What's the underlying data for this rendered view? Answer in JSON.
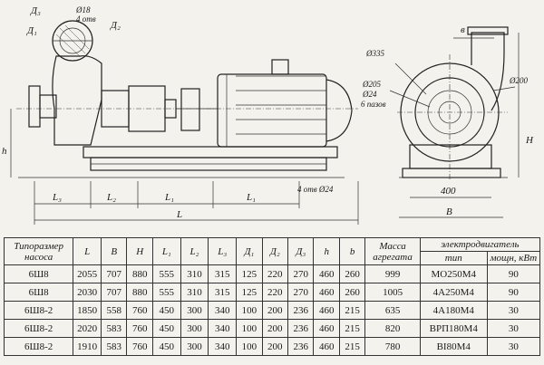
{
  "drawing": {
    "labels": {
      "d3": "Д₃",
      "d1": "Д₁",
      "d18": "Ø18",
      "holes": "4 отв",
      "d2": "Д₂",
      "h": "h",
      "L3": "L₃",
      "L2": "L₂",
      "L1i": "L₁",
      "L1o": "L₁",
      "L": "L",
      "bolt": "4 отв Ø24",
      "b": "в",
      "d335": "Ø335",
      "d205": "Ø205",
      "d24": "Ø24",
      "slots": "6 пазов",
      "d200": "Ø200",
      "H": "H",
      "dim400": "400",
      "B": "B"
    }
  },
  "table": {
    "headers": [
      "Типоразмер насоса",
      "L",
      "B",
      "H",
      "L₁",
      "L₂",
      "L₃",
      "Д₁",
      "Д₂",
      "Д₃",
      "h",
      "b",
      "Масса агрегата",
      "электродвигатель"
    ],
    "motor_subheaders": [
      "тип",
      "мощн, кВт"
    ],
    "rows": [
      [
        "6Ш8",
        "2055",
        "707",
        "880",
        "555",
        "310",
        "315",
        "125",
        "220",
        "270",
        "460",
        "260",
        "999",
        "МО250М4",
        "90"
      ],
      [
        "6Ш8",
        "2030",
        "707",
        "880",
        "555",
        "310",
        "315",
        "125",
        "220",
        "270",
        "460",
        "260",
        "1005",
        "4А250М4",
        "90"
      ],
      [
        "6Ш8-2",
        "1850",
        "558",
        "760",
        "450",
        "300",
        "340",
        "100",
        "200",
        "236",
        "460",
        "215",
        "635",
        "4А180М4",
        "30"
      ],
      [
        "6Ш8-2",
        "2020",
        "583",
        "760",
        "450",
        "300",
        "340",
        "100",
        "200",
        "236",
        "460",
        "215",
        "820",
        "ВРП180М4",
        "30"
      ],
      [
        "6Ш8-2",
        "1910",
        "583",
        "760",
        "450",
        "300",
        "340",
        "100",
        "200",
        "236",
        "460",
        "215",
        "780",
        "ВI80М4",
        "30"
      ]
    ]
  }
}
